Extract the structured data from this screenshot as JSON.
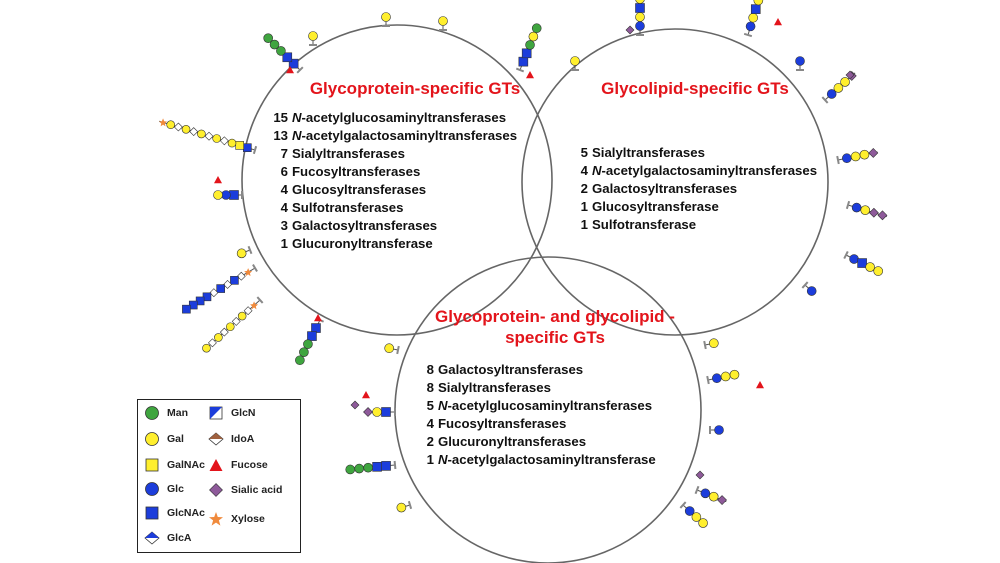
{
  "colors": {
    "title_red": "#e3141b",
    "man_green": "#3fa53f",
    "gal_yellow": "#ffef2e",
    "glc_blue": "#1c3ddb",
    "fucose_red": "#e3141b",
    "sialic_purple": "#8e5a9a",
    "xylose_orange": "#f08a3c",
    "idoa_brown": "#a0613f",
    "circle_stroke": "#555555"
  },
  "circles": {
    "glycoprotein": {
      "title": "Glycoprotein-specific GTs",
      "items": [
        {
          "num": "15",
          "pre": "",
          "italic": "N",
          "text": "-acetylglucosaminyltransferases"
        },
        {
          "num": "13",
          "pre": "",
          "italic": "N",
          "text": "-acetylgalactosaminyltransferases"
        },
        {
          "num": "7",
          "pre": "",
          "italic": "",
          "text": "Sialyltransferases"
        },
        {
          "num": "6",
          "pre": "",
          "italic": "",
          "text": "Fucosyltransferases"
        },
        {
          "num": "4",
          "pre": "",
          "italic": "",
          "text": "Glucosyltransferases"
        },
        {
          "num": "4",
          "pre": "",
          "italic": "",
          "text": "Sulfotransferases"
        },
        {
          "num": "3",
          "pre": "",
          "italic": "",
          "text": "Galactosyltransferases"
        },
        {
          "num": "1",
          "pre": "",
          "italic": "",
          "text": "Glucuronyltransferase"
        }
      ]
    },
    "glycolipid": {
      "title": "Glycolipid-specific GTs",
      "items": [
        {
          "num": "5",
          "italic": "",
          "text": "Sialyltransferases"
        },
        {
          "num": "4",
          "italic": "N",
          "text": "-acetylgalactosaminyltransferases"
        },
        {
          "num": "2",
          "italic": "",
          "text": "Galactosyltransferases"
        },
        {
          "num": "1",
          "italic": "",
          "text": "Glucosyltransferase"
        },
        {
          "num": "1",
          "italic": "",
          "text": "Sulfotransferase"
        }
      ]
    },
    "both": {
      "title_line1": "Glycoprotein- and glycolipid -",
      "title_line2": "specific GTs",
      "items": [
        {
          "num": "8",
          "italic": "",
          "text": "Galactosyltransferases"
        },
        {
          "num": "8",
          "italic": "",
          "text": "Sialyltransferases"
        },
        {
          "num": "5",
          "italic": "N",
          "text": "-acetylglucosaminyltransferases"
        },
        {
          "num": "4",
          "italic": "",
          "text": "Fucosyltransferases"
        },
        {
          "num": "2",
          "italic": "",
          "text": "Glucuronyltransferases"
        },
        {
          "num": "1",
          "italic": "N",
          "text": "-acetylgalactosaminyltransferase"
        }
      ]
    }
  },
  "legend": {
    "man": "Man",
    "gal": "Gal",
    "galnac": "GalNAc",
    "glc": "Glc",
    "glcnac": "GlcNAc",
    "glca": "GlcA",
    "glcn": "GlcN",
    "idoa": "IdoA",
    "fucose": "Fucose",
    "sialic": "Sialic acid",
    "xylose": "Xylose"
  }
}
